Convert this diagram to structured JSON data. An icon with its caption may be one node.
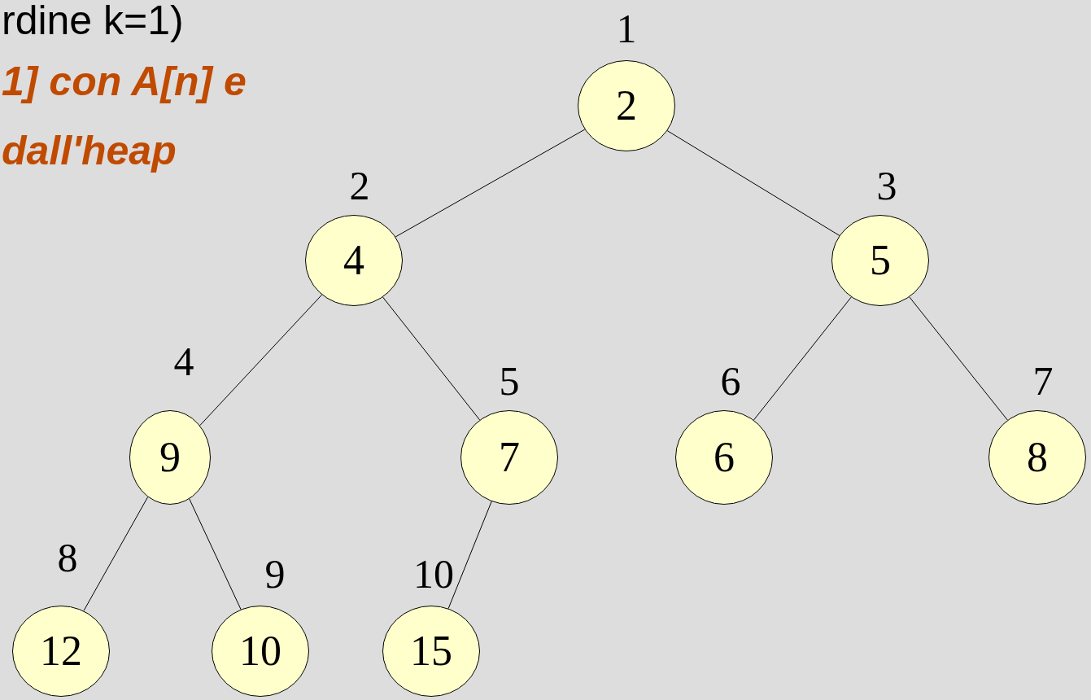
{
  "diagram": {
    "nodes": [
      {
        "text": [
          "2"
        ],
        "beside": [
          "1"
        ]
      },
      {
        "text": [
          "4"
        ],
        "beside": [
          "2"
        ]
      },
      {
        "text": [
          "5"
        ],
        "beside": [
          "3"
        ]
      },
      {
        "text": [
          "9"
        ],
        "beside": [
          "4"
        ]
      },
      {
        "text": [
          "7"
        ],
        "beside": [
          "5"
        ]
      },
      {
        "text": [
          "6"
        ],
        "beside": [
          "6"
        ]
      },
      {
        "text": [
          "8"
        ],
        "beside": [
          "7"
        ]
      },
      {
        "text": [
          "12"
        ],
        "beside": [
          "8"
        ]
      },
      {
        "text": [
          "10"
        ],
        "beside": [
          "9"
        ]
      },
      {
        "text": [
          "15"
        ],
        "beside": [
          "10"
        ]
      }
    ],
    "edges": [
      {
        "from": 0,
        "to": 1,
        "arrow": "none"
      },
      {
        "from": 0,
        "to": 2,
        "arrow": "none"
      },
      {
        "from": 1,
        "to": 3,
        "arrow": "none"
      },
      {
        "from": 1,
        "to": 4,
        "arrow": "none"
      },
      {
        "from": 2,
        "to": 5,
        "arrow": "none"
      },
      {
        "from": 2,
        "to": 6,
        "arrow": "none"
      },
      {
        "from": 3,
        "to": 7,
        "arrow": "none"
      },
      {
        "from": 3,
        "to": 8,
        "arrow": "none"
      },
      {
        "from": 4,
        "to": 9,
        "arrow": "none"
      }
    ],
    "labels": [
      "rdine k=1)",
      "1] con A[n] e",
      "dall'heap"
    ]
  }
}
